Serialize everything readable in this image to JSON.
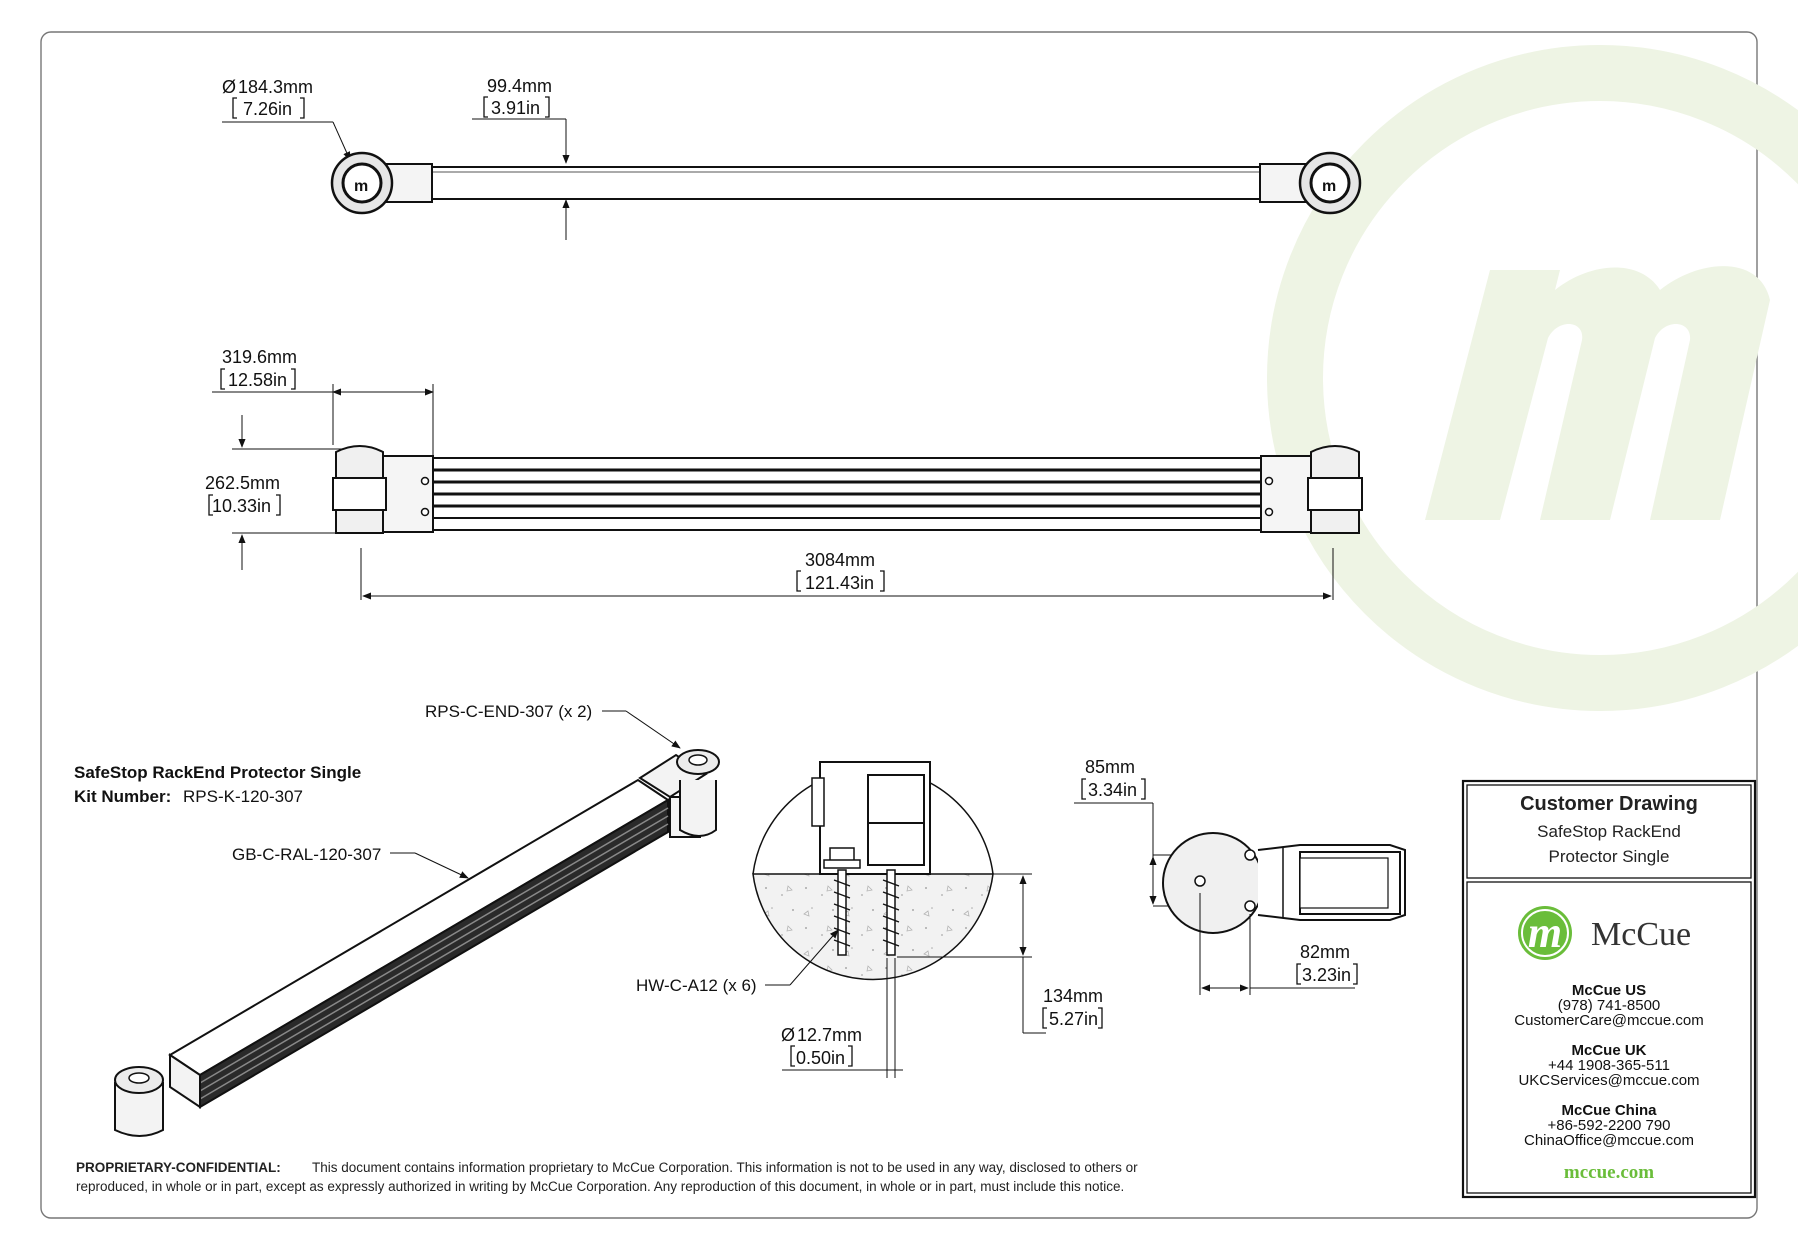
{
  "top_view": {
    "dia_mm": "184.3mm",
    "dia_in": "7.26in",
    "width_mm": "99.4mm",
    "width_in": "3.91in"
  },
  "front_view": {
    "end_len_mm": "319.6mm",
    "end_len_in": "12.58in",
    "height_mm": "262.5mm",
    "height_in": "10.33in",
    "total_mm": "3084mm",
    "total_in": "121.43in"
  },
  "iso_view": {
    "title": "SafeStop RackEnd Protector Single",
    "kit_label": "Kit Number:",
    "kit_value": "RPS-K-120-307",
    "callout_end": "RPS-C-END-307 (x 2)",
    "callout_rail": "GB-C-RAL-120-307"
  },
  "anchor_detail": {
    "callout_anchor": "HW-C-A12 (x 6)",
    "dia_mm": "12.7mm",
    "dia_in": "0.50in",
    "depth_mm": "134mm",
    "depth_in": "5.27in"
  },
  "end_detail": {
    "spacing_mm": "85mm",
    "spacing_in": "3.34in",
    "offset_mm": "82mm",
    "offset_in": "3.23in"
  },
  "title_block": {
    "heading": "Customer Drawing",
    "product_line1": "SafeStop RackEnd",
    "product_line2": "Protector Single",
    "logo_letter": "m",
    "brand": "McCue",
    "us_label": "McCue US",
    "us_phone": "(978) 741-8500",
    "us_email": "CustomerCare@mccue.com",
    "uk_label": "McCue UK",
    "uk_phone": "+44 1908-365-511",
    "uk_email": "UKCServices@mccue.com",
    "cn_label": "McCue China",
    "cn_phone": "+86-592-2200 790",
    "cn_email": "ChinaOffice@mccue.com",
    "url": "mccue.com"
  },
  "legal": {
    "lead": "PROPRIETARY-CONFIDENTIAL:",
    "line1": "This document contains information proprietary to McCue Corporation. This information is not to be used in any way, disclosed to others or",
    "line2": "reproduced, in whole or in part, except as expressly authorized in writing by McCue Corporation. Any reproduction of this document, in whole or in part, must include this notice."
  },
  "colors": {
    "brand_green": "#6abd3a",
    "watermark_green": "#eef4e4",
    "line": "#111111"
  }
}
